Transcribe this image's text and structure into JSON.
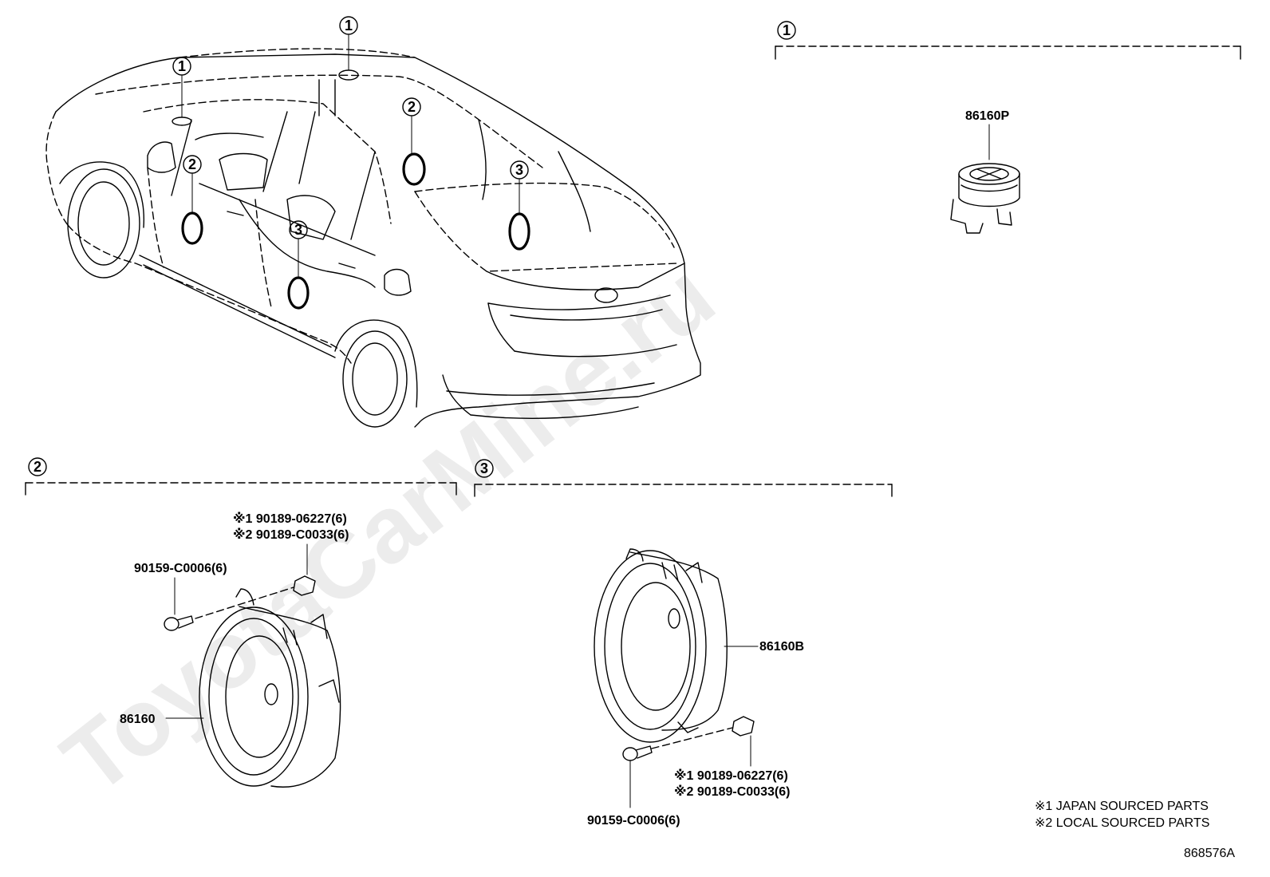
{
  "diagram": {
    "ref_markers": [
      "1",
      "2",
      "3"
    ],
    "section_markers": {
      "one": "1",
      "two": "2",
      "three": "3"
    },
    "parts": {
      "tweeter": "86160P",
      "front_speaker": "86160",
      "rear_speaker": "86160B"
    },
    "fasteners": {
      "front": {
        "screw": "90159-C0006(6)",
        "nut_line1": "※1 90189-06227(6)",
        "nut_line2": "※2 90189-C0033(6)"
      },
      "rear": {
        "screw": "90159-C0006(6)",
        "nut_line1": "※1 90189-06227(6)",
        "nut_line2": "※2 90189-C0033(6)"
      }
    },
    "legend": {
      "line1": "※1  JAPAN SOURCED PARTS",
      "line2": "※2  LOCAL SOURCED PARTS"
    },
    "figure_id": "868576A",
    "watermark": "ToyotaCarMine.ru"
  }
}
